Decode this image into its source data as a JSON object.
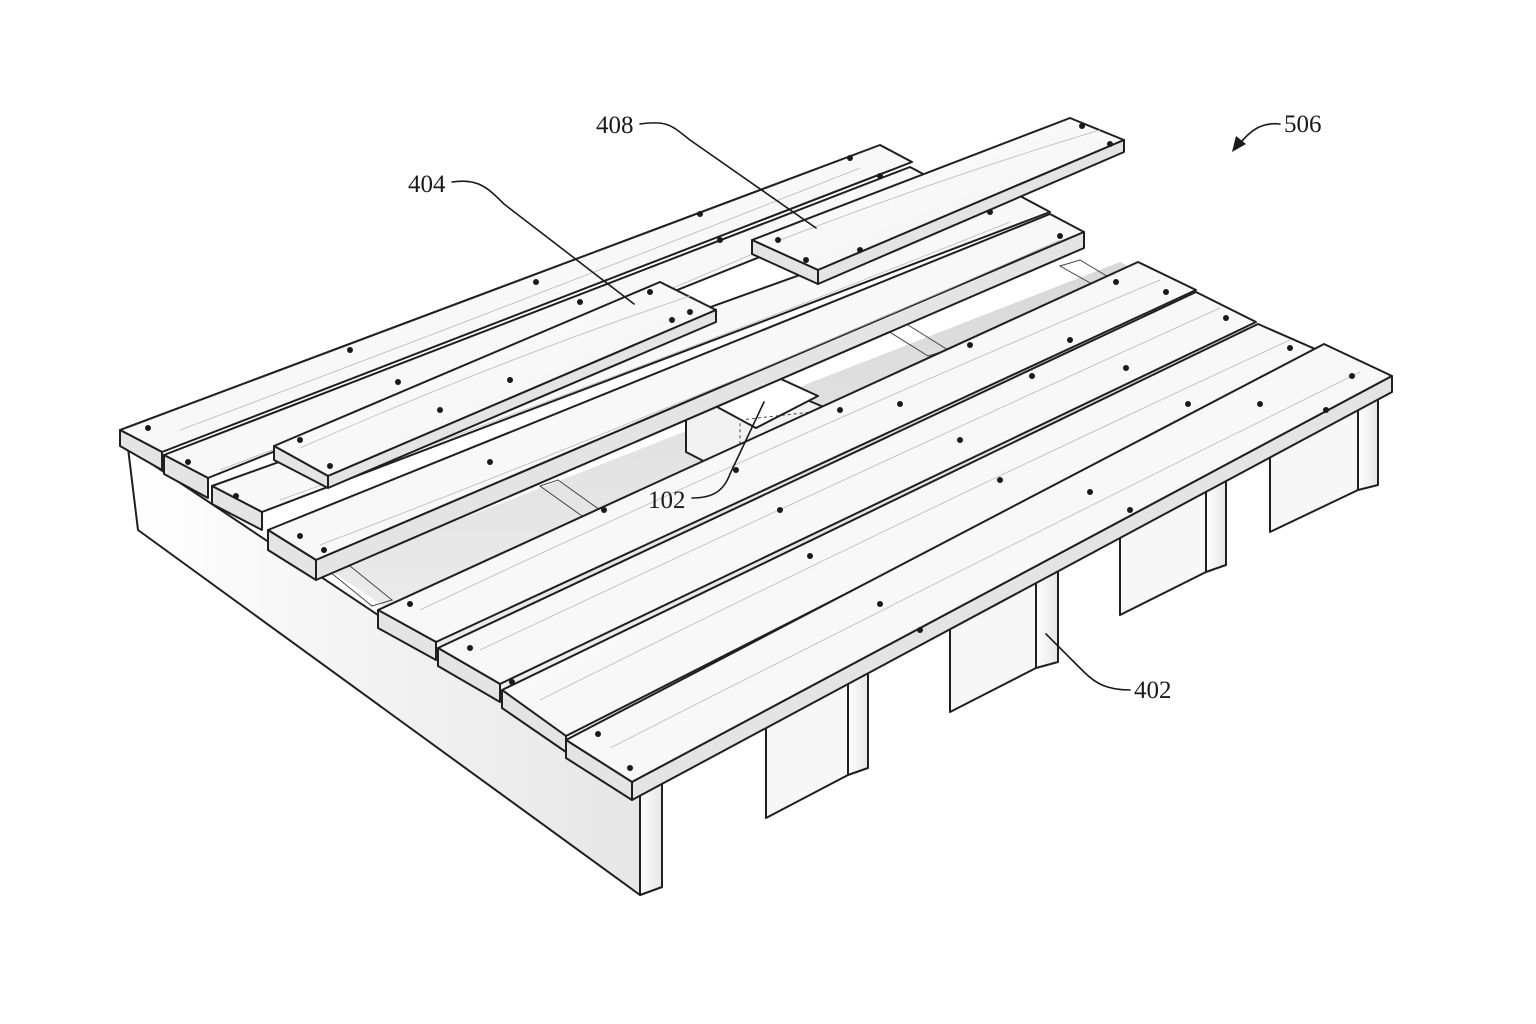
{
  "figure": {
    "reference_numerals": [
      {
        "id": "506",
        "text": "506"
      },
      {
        "id": "408",
        "text": "408"
      },
      {
        "id": "404",
        "text": "404"
      },
      {
        "id": "102",
        "text": "102"
      },
      {
        "id": "402",
        "text": "402"
      }
    ]
  }
}
